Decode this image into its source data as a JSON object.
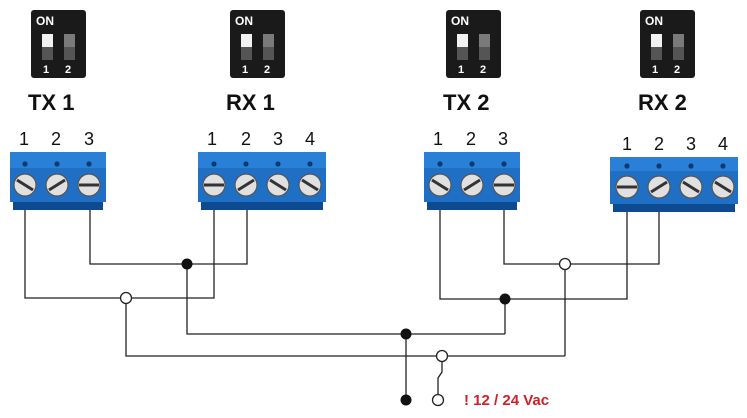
{
  "dip_switch": {
    "on_label": "ON",
    "switch_labels": [
      "1",
      "2"
    ]
  },
  "devices": [
    {
      "name": "TX 1",
      "pins": [
        "1",
        "2",
        "3"
      ]
    },
    {
      "name": "RX 1",
      "pins": [
        "1",
        "2",
        "3",
        "4"
      ]
    },
    {
      "name": "TX 2",
      "pins": [
        "1",
        "2",
        "3"
      ]
    },
    {
      "name": "RX 2",
      "pins": [
        "1",
        "2",
        "3",
        "4"
      ]
    }
  ],
  "power": {
    "label": "! 12 / 24 Vac",
    "color": "#d0202a"
  },
  "colors": {
    "terminal_blue": "#1f6fc4",
    "terminal_dark": "#0d4a8f",
    "screw": "#d9d9d9",
    "dip_body": "#1a1a1a",
    "wire": "#222222"
  }
}
